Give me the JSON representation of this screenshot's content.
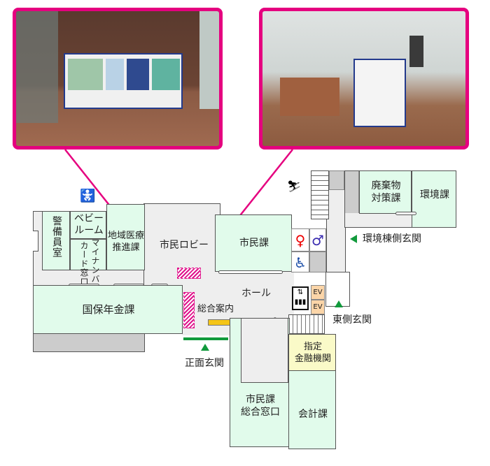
{
  "photos": [
    {
      "id": "photo-left",
      "caption": "",
      "scene": "entrance information board"
    },
    {
      "id": "photo-right",
      "caption": "",
      "scene": "lobby information board"
    }
  ],
  "rooms": {
    "security": "警備員室",
    "baby_room": "ベビールーム",
    "mynumber": "マイナンバーカード窓口",
    "mynumber_line1": "マイナンバー",
    "mynumber_line2": "カード窓口",
    "regional_medical_line1": "地域医療",
    "regional_medical_line2": "推進課",
    "citizen_lobby": "市民ロビー",
    "citizen_section": "市民課",
    "waste_line1": "廃棄物",
    "waste_line2": "対策課",
    "environment": "環境課",
    "national_insurance": "国保年金課",
    "hall": "ホール",
    "general_info": "総合案内",
    "bank_line1": "指定",
    "bank_line2": "金融機関",
    "citizen_counter_line1": "市民課",
    "citizen_counter_line2": "総合窓口",
    "accounting": "会計課"
  },
  "entrances": {
    "main": "正面玄関",
    "east": "東側玄関",
    "environment_wing": "環境棟側玄関"
  },
  "elevators": [
    "EV",
    "EV"
  ],
  "colors": {
    "accent": "#e5007f",
    "room_fill": "#e1fbeb",
    "floor_fill": "#eeeeee",
    "bank_fill": "#fafac8",
    "elevator_fill": "#fbd5a8",
    "entrance_marker": "#119a3c",
    "info_desk": "#f5c518"
  }
}
